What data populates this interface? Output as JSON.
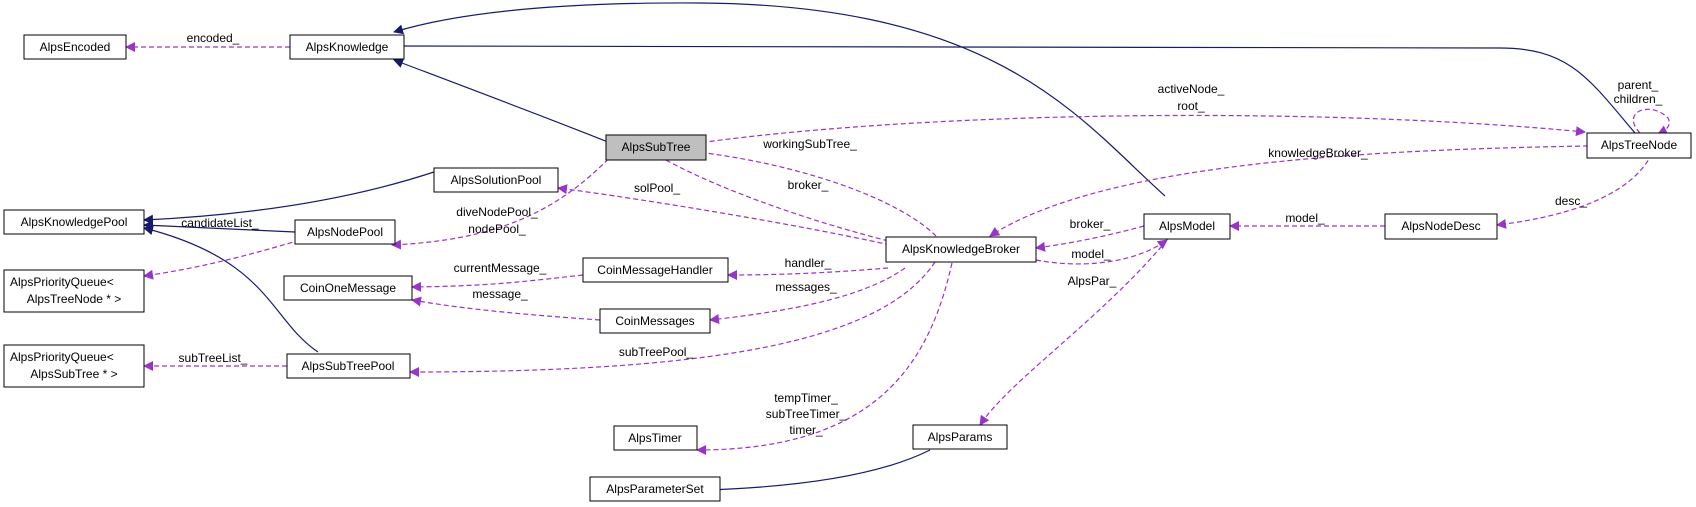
{
  "colors": {
    "inheritance_edge": "#191970",
    "usage_edge": "#9a32cd",
    "highlight_fill": "#bfbfbf"
  },
  "nodes": {
    "AlpsEncoded": "AlpsEncoded",
    "AlpsKnowledge": "AlpsKnowledge",
    "AlpsKnowledgePool": "AlpsKnowledgePool",
    "AlpsPQTreeNode_1": "AlpsPriorityQueue<",
    "AlpsPQTreeNode_2": "AlpsTreeNode * >",
    "AlpsPQSubTree_1": "AlpsPriorityQueue<",
    "AlpsPQSubTree_2": "AlpsSubTree * >",
    "AlpsSubTree": "AlpsSubTree",
    "AlpsSolutionPool": "AlpsSolutionPool",
    "AlpsNodePool": "AlpsNodePool",
    "CoinOneMessage": "CoinOneMessage",
    "CoinMessageHandler": "CoinMessageHandler",
    "CoinMessages": "CoinMessages",
    "AlpsSubTreePool": "AlpsSubTreePool",
    "AlpsKnowledgeBroker": "AlpsKnowledgeBroker",
    "AlpsTimer": "AlpsTimer",
    "AlpsParameterSet": "AlpsParameterSet",
    "AlpsParams": "AlpsParams",
    "AlpsModel": "AlpsModel",
    "AlpsNodeDesc": "AlpsNodeDesc",
    "AlpsTreeNode": "AlpsTreeNode"
  },
  "edge_labels": {
    "encoded": "encoded_",
    "activeNode": "activeNode_",
    "root": "root_",
    "parent": "parent_",
    "children": "children_",
    "workingSubTree": "workingSubTree_",
    "knowledgeBroker": "knowledgeBroker_",
    "solPool": "solPool_",
    "broker_sub": "broker_",
    "candidateList": "candidateList_",
    "diveNodePool": "diveNodePool_",
    "nodePool": "nodePool_",
    "currentMessage": "currentMessage_",
    "handler": "handler_",
    "message": "message_",
    "messages": "messages_",
    "broker_model": "broker_",
    "model_kb": "model_",
    "model_desc": "model_",
    "desc": "desc_",
    "AlpsPar": "AlpsPar_",
    "subTreeList": "subTreeList_",
    "subTreePool": "subTreePool_",
    "tempTimer": "tempTimer_",
    "subTreeTimer": "subTreeTimer_",
    "timer": "timer_"
  }
}
